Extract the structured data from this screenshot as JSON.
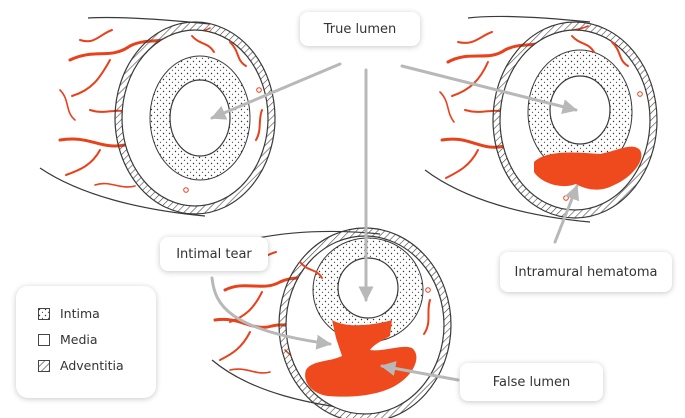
{
  "labels": {
    "true_lumen": "True lumen",
    "intimal_tear": "Intimal tear",
    "intramural_hematoma": "Intramural hematoma",
    "false_lumen": "False lumen"
  },
  "legend": {
    "items": [
      {
        "label": "Intima",
        "pattern": "dots"
      },
      {
        "label": "Media",
        "pattern": "blank"
      },
      {
        "label": "Adventitia",
        "pattern": "hatch"
      }
    ]
  },
  "colors": {
    "vessel_red": "#e8411c",
    "blood": "#ee4a1e",
    "arrow": "#b8b8b8",
    "outline": "#3a3a3a"
  }
}
